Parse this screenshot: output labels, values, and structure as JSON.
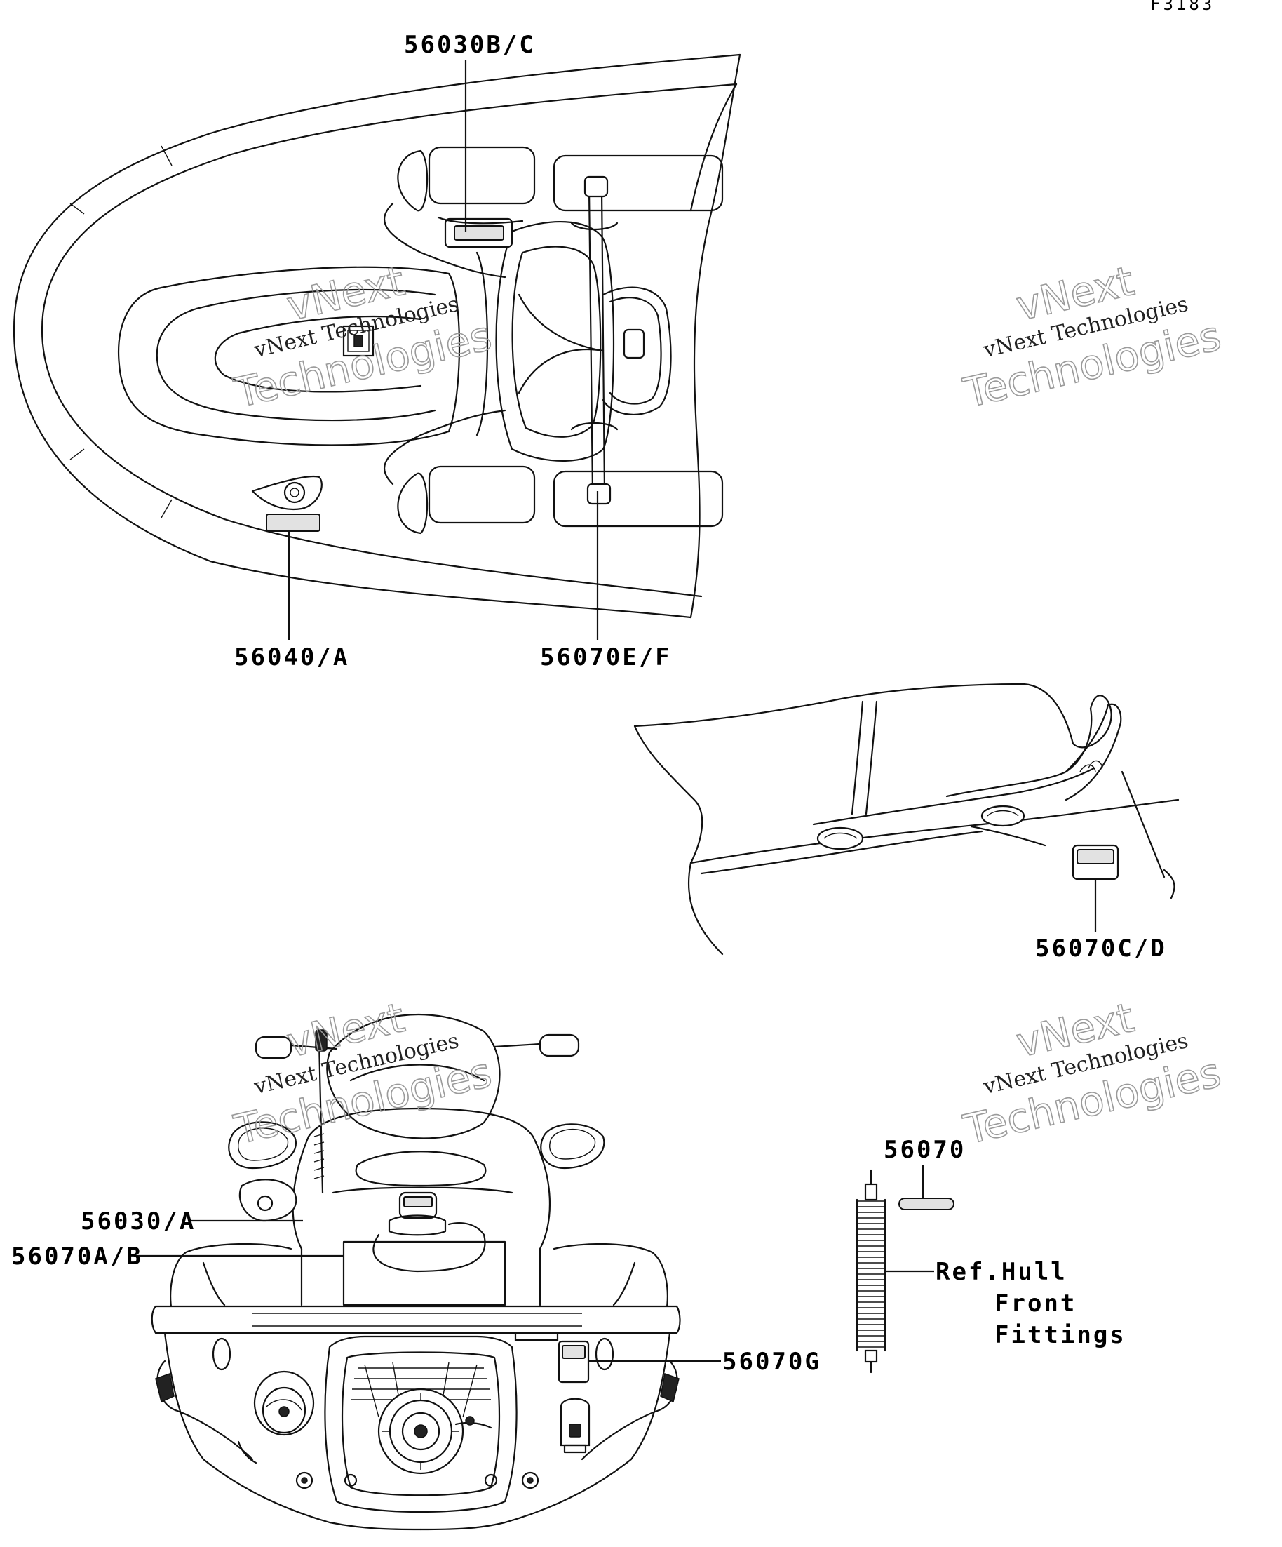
{
  "diagram_code": "F3183",
  "callouts": {
    "c_56030BC": "56030B/C",
    "c_56040A": "56040/A",
    "c_56070EF": "56070E/F",
    "c_56070CD": "56070C/D",
    "c_56070": "56070",
    "c_56030A": "56030/A",
    "c_56070AB": "56070A/B",
    "c_56070G": "56070G"
  },
  "reference": {
    "line1": "Ref.Hull",
    "line2": "Front",
    "line3": "Fittings"
  },
  "watermark": {
    "line_a": "vNext",
    "line_b": "vNext Technologies",
    "line_c": "Technologies"
  }
}
